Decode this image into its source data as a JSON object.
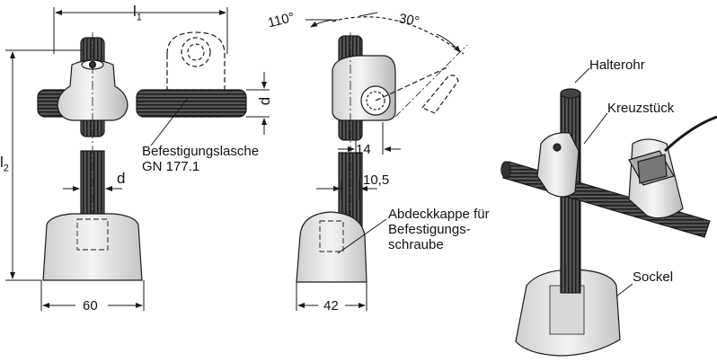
{
  "dimensions": {
    "l1": "l",
    "l1_sub": "1",
    "l2": "l",
    "l2_sub": "2",
    "d_front": "d",
    "d_side": "d",
    "width_base_front": "60",
    "width_base_side": "42",
    "dim_14": "14",
    "dim_10_5": "10,5",
    "angle_110": "110°",
    "angle_30": "30°"
  },
  "labels": {
    "befestigungslasche_line1": "Befestigungslasche",
    "befestigungslasche_line2": "GN 177.1",
    "abdeckkappe_line1": "Abdeckkappe für",
    "abdeckkappe_line2": "Befestigungs-",
    "abdeckkappe_line3": "schraube",
    "halterohr": "Halterohr",
    "kreuzstueck": "Kreuzstück",
    "sockel": "Sockel"
  },
  "colors": {
    "line": "#1a1a1a",
    "shade_light": "#e6e6e6",
    "shade_mid": "#b5b5b5",
    "shade_dark": "#3a3a3a"
  }
}
